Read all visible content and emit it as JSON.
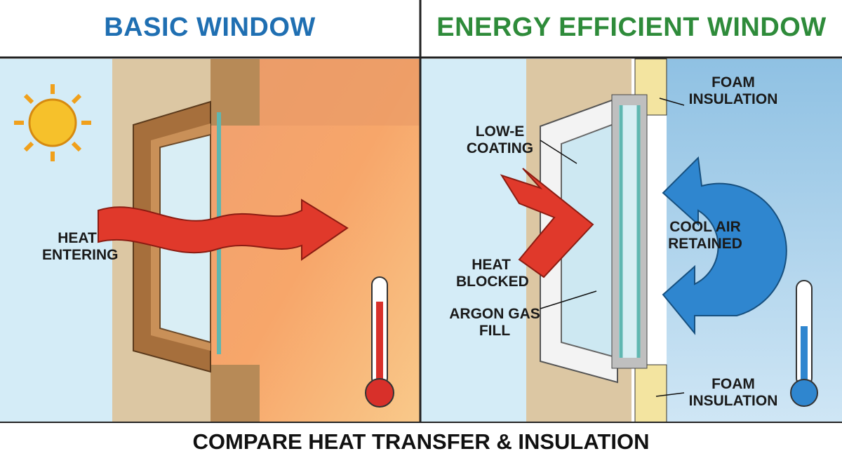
{
  "left_panel": {
    "title": "BASIC WINDOW",
    "heat_label": "HEAT ENTERING"
  },
  "right_panel": {
    "title": "ENERGY EFFICIENT WINDOW",
    "foam_top": "FOAM INSULATION",
    "low_e": "LOW-E COATING",
    "heat_blocked": "HEAT BLOCKED",
    "argon": "ARGON GAS FILL",
    "cool_air": "COOL AIR RETAINED",
    "foam_bottom": "FOAM INSULATION"
  },
  "caption": "COMPARE HEAT TRANSFER & INSULATION",
  "colors": {
    "left_title": "#1f6fb2",
    "right_title": "#2e8b3a",
    "heat_arrow": "#e0392b",
    "cool_arrow": "#2f86cf"
  },
  "icons": [
    "sun-icon",
    "thermometer-hot-icon",
    "thermometer-cold-icon",
    "heat-arrow-icon",
    "heat-blocked-arrow-icon",
    "cool-air-circular-arrow-icon"
  ]
}
